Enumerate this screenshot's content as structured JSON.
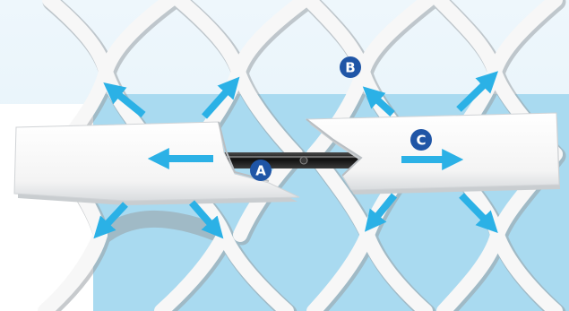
{
  "diagram": {
    "callouts": [
      {
        "id": "A",
        "label": "A"
      },
      {
        "id": "B",
        "label": "B"
      },
      {
        "id": "C",
        "label": "C"
      }
    ],
    "colors": {
      "background_top": "#e7f3fa",
      "background_band": "#a9daf0",
      "arrow": "#2bb1e6",
      "callout": "#1f55a6",
      "mesh": "#f7f7f7",
      "mesh_shadow": "#9aa0a5",
      "sleeve": "#f9f9f9",
      "catheter": "#1c1c1c"
    },
    "icons": [
      "arrow-icon",
      "callout-circle-icon"
    ]
  }
}
